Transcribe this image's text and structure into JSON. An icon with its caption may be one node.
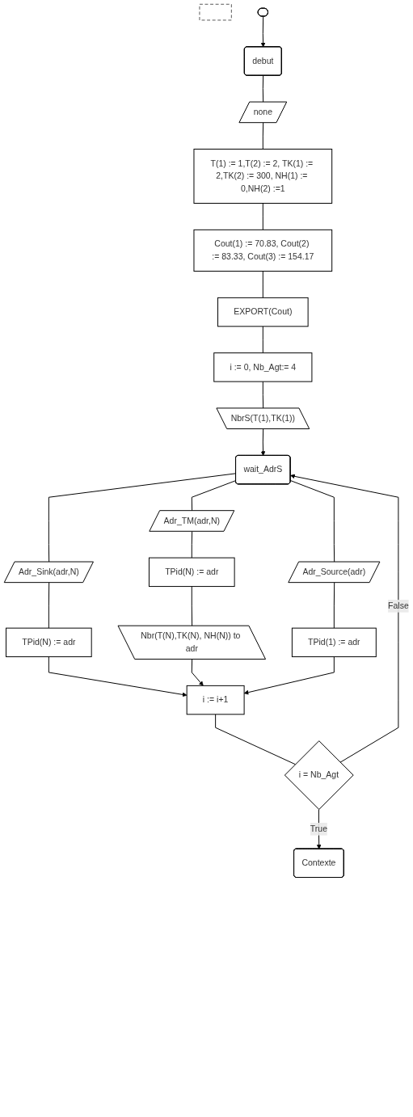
{
  "diagram": {
    "nodes": [
      {
        "text": [],
        "shape": "box"
      },
      {
        "text": [],
        "shape": "oval"
      },
      {
        "text": [
          "debut"
        ]
      },
      {
        "text": [
          "none"
        ]
      },
      {
        "text": [
          "T(1) := 1,T(2) := 2, TK(1) := 2,TK(2) := 300, NH(1) := 0,NH(2) :=1"
        ]
      },
      {
        "text": [
          "Cout(1) := 70.83, Cout(2) := 83.33, Cout(3) := 154.17"
        ]
      },
      {
        "text": [
          "EXPORT(Cout)"
        ]
      },
      {
        "text": [
          "i := 0, Nb_Agt:= 4"
        ]
      },
      {
        "text": [
          "NbrS(T(1),TK(1))"
        ]
      },
      {
        "text": [
          "wait_AdrS"
        ]
      },
      {
        "text": [
          "Adr_Sink(adr,N)"
        ]
      },
      {
        "text": [
          "Adr_TM(adr,N)"
        ]
      },
      {
        "text": [
          "Adr_Source(adr)"
        ]
      },
      {
        "text": [
          "TPid(N) := adr"
        ]
      },
      {
        "text": [
          "TPid(N) := adr"
        ]
      },
      {
        "text": [
          "TPid(1) := adr"
        ]
      },
      {
        "text": [
          "Nbr(T(N),TK(N), NH(N)) to adr"
        ]
      },
      {
        "text": [
          "i := i+1"
        ]
      },
      {
        "text": [
          "i = Nb_Agt"
        ]
      },
      {
        "text": [
          "Contexte"
        ]
      }
    ],
    "edges": [
      {
        "from": 1,
        "to": 2,
        "arrow": "to"
      },
      {
        "from": 2,
        "to": 3,
        "arrow": "none"
      },
      {
        "from": 3,
        "to": 4,
        "arrow": "none"
      },
      {
        "from": 4,
        "to": 5,
        "arrow": "none"
      },
      {
        "from": 5,
        "to": 6,
        "arrow": "none"
      },
      {
        "from": 6,
        "to": 7,
        "arrow": "none"
      },
      {
        "from": 7,
        "to": 8,
        "arrow": "none"
      },
      {
        "from": 8,
        "to": 9,
        "arrow": "to"
      },
      {
        "from": 9,
        "to": 10,
        "arrow": "none"
      },
      {
        "from": 9,
        "to": 11,
        "arrow": "none"
      },
      {
        "from": 9,
        "to": 12,
        "arrow": "none"
      },
      {
        "from": 10,
        "to": 13,
        "arrow": "none"
      },
      {
        "from": 11,
        "to": 14,
        "arrow": "none"
      },
      {
        "from": 12,
        "to": 15,
        "arrow": "none"
      },
      {
        "from": 14,
        "to": 16,
        "arrow": "none"
      },
      {
        "from": 13,
        "to": 17,
        "arrow": "to"
      },
      {
        "from": 16,
        "to": 17,
        "arrow": "to"
      },
      {
        "from": 15,
        "to": 17,
        "arrow": "to"
      },
      {
        "from": 17,
        "to": 18,
        "arrow": "none"
      },
      {
        "from": 18,
        "to": 9,
        "label": "False",
        "arrow": "to"
      },
      {
        "from": 18,
        "to": 19,
        "label": "True",
        "arrow": "to"
      }
    ]
  }
}
